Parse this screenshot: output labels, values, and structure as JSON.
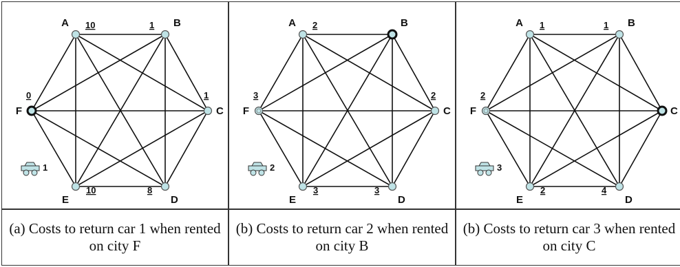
{
  "panels": [
    {
      "caption": "(a) Costs to return car 1 when rented on city F",
      "car_number": "1",
      "rental_city": "F",
      "nodes": [
        {
          "id": "A",
          "cost": "10"
        },
        {
          "id": "B",
          "cost": "1"
        },
        {
          "id": "C",
          "cost": "1"
        },
        {
          "id": "D",
          "cost": "8"
        },
        {
          "id": "E",
          "cost": "10"
        },
        {
          "id": "F",
          "cost": "0"
        }
      ]
    },
    {
      "caption": "(b) Costs to return car 2 when rented on city B",
      "car_number": "2",
      "rental_city": "B",
      "nodes": [
        {
          "id": "A",
          "cost": "2"
        },
        {
          "id": "B",
          "cost": ""
        },
        {
          "id": "C",
          "cost": "2"
        },
        {
          "id": "D",
          "cost": "3"
        },
        {
          "id": "E",
          "cost": "3"
        },
        {
          "id": "F",
          "cost": "3"
        }
      ]
    },
    {
      "caption": "(b) Costs to return car 3 when rented on city C",
      "car_number": "3",
      "rental_city": "C",
      "nodes": [
        {
          "id": "A",
          "cost": "1"
        },
        {
          "id": "B",
          "cost": "1"
        },
        {
          "id": "C",
          "cost": ""
        },
        {
          "id": "D",
          "cost": "4"
        },
        {
          "id": "E",
          "cost": "2"
        },
        {
          "id": "F",
          "cost": "2"
        }
      ]
    }
  ],
  "colors": {
    "node_fill": "#bfe3e6",
    "node_stroke": "#555555",
    "edge": "#111111",
    "rental_stroke": "#111111"
  }
}
